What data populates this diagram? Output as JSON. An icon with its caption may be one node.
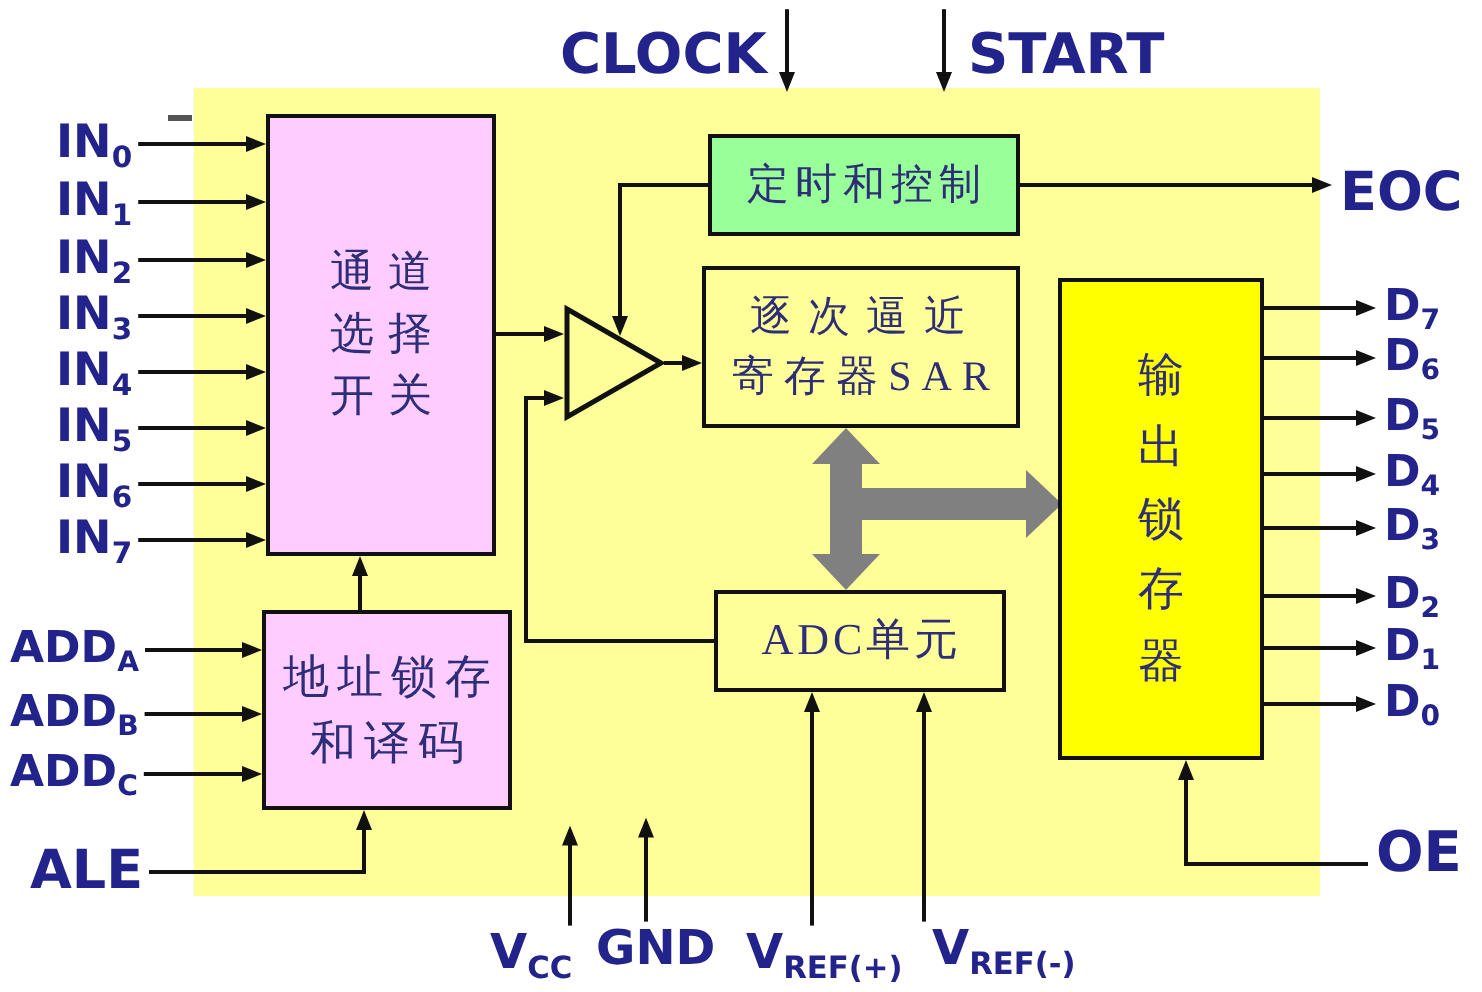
{
  "diagram": {
    "nodes": [
      {
        "text": [],
        "shape": "box"
      },
      {
        "text": [
          "通道选择开关"
        ],
        "in": 0
      },
      {
        "text": [
          "定时和控制"
        ],
        "in": 0
      },
      {
        "text": [],
        "shape": "triangle",
        "in": 0
      },
      {
        "text": [
          "逐次逼近寄存器SAR"
        ],
        "in": 0
      },
      {
        "text": [
          "输出锁存器"
        ],
        "in": 0
      },
      {
        "text": [
          "ADC单元"
        ],
        "in": 0
      },
      {
        "text": [
          "地址锁存和译码"
        ],
        "in": 0
      },
      {
        "text": [
          "IN$_{0}$"
        ]
      },
      {
        "text": [
          "IN$_{1}$"
        ]
      },
      {
        "text": [
          "IN$_{2}$"
        ]
      },
      {
        "text": [
          "IN$_{3}$"
        ]
      },
      {
        "text": [
          "IN$_{4}$"
        ]
      },
      {
        "text": [
          "IN$_{5}$"
        ]
      },
      {
        "text": [
          "IN$_{6}$"
        ]
      },
      {
        "text": [
          "IN$_{7}$"
        ]
      },
      {
        "text": [
          "ADD$_{A}$"
        ]
      },
      {
        "text": [
          "ADD$_{B}$"
        ]
      },
      {
        "text": [
          "ADD$_{C}$"
        ]
      },
      {
        "text": [
          "ALE"
        ]
      },
      {
        "text": [
          "CLOCK"
        ]
      },
      {
        "text": [
          "START"
        ]
      },
      {
        "text": [
          "EOC"
        ]
      },
      {
        "text": [
          "D$_{7}$"
        ]
      },
      {
        "text": [
          "D$_{6}$"
        ]
      },
      {
        "text": [
          "D$_{5}$"
        ]
      },
      {
        "text": [
          "D$_{4}$"
        ]
      },
      {
        "text": [
          "D$_{3}$"
        ]
      },
      {
        "text": [
          "D$_{2}$"
        ]
      },
      {
        "text": [
          "D$_{1}$"
        ]
      },
      {
        "text": [
          "D$_{0}$"
        ]
      },
      {
        "text": [
          "OE"
        ]
      },
      {
        "text": [
          "V$_{CC}$"
        ]
      },
      {
        "text": [
          "GND"
        ]
      },
      {
        "text": [
          "V$_{REF(+)}$"
        ]
      },
      {
        "text": [
          "V$_{REF(-)}$"
        ]
      }
    ],
    "edges": [
      {
        "from": 8,
        "to": 1,
        "arrow": "to"
      },
      {
        "from": 9,
        "to": 1,
        "arrow": "to"
      },
      {
        "from": 10,
        "to": 1,
        "arrow": "to"
      },
      {
        "from": 11,
        "to": 1,
        "arrow": "to"
      },
      {
        "from": 12,
        "to": 1,
        "arrow": "to"
      },
      {
        "from": 13,
        "to": 1,
        "arrow": "to"
      },
      {
        "from": 14,
        "to": 1,
        "arrow": "to"
      },
      {
        "from": 15,
        "to": 1,
        "arrow": "to"
      },
      {
        "from": 16,
        "to": 7,
        "arrow": "to"
      },
      {
        "from": 17,
        "to": 7,
        "arrow": "to"
      },
      {
        "from": 18,
        "to": 7,
        "arrow": "to"
      },
      {
        "from": 19,
        "to": 7,
        "arrow": "to"
      },
      {
        "from": 7,
        "to": 1,
        "arrow": "to"
      },
      {
        "from": 1,
        "to": 3,
        "arrow": "to"
      },
      {
        "from": 6,
        "to": 3,
        "arrow": "to"
      },
      {
        "from": 2,
        "to": 3,
        "arrow": "to"
      },
      {
        "from": 3,
        "to": 4,
        "arrow": "to"
      },
      {
        "from": 4,
        "to": 6,
        "arrow": "both",
        "style": "thick",
        "color": "#808080"
      },
      {
        "from": 4,
        "to": 5,
        "arrow": "to",
        "style": "thick",
        "color": "#808080"
      },
      {
        "from": 20,
        "to": 0,
        "arrow": "to"
      },
      {
        "from": 21,
        "to": 0,
        "arrow": "to"
      },
      {
        "from": 2,
        "to": 22,
        "arrow": "to"
      },
      {
        "from": 5,
        "to": 23,
        "arrow": "to"
      },
      {
        "from": 5,
        "to": 24,
        "arrow": "to"
      },
      {
        "from": 5,
        "to": 25,
        "arrow": "to"
      },
      {
        "from": 5,
        "to": 26,
        "arrow": "to"
      },
      {
        "from": 5,
        "to": 27,
        "arrow": "to"
      },
      {
        "from": 5,
        "to": 28,
        "arrow": "to"
      },
      {
        "from": 5,
        "to": 29,
        "arrow": "to"
      },
      {
        "from": 5,
        "to": 30,
        "arrow": "to"
      },
      {
        "from": 31,
        "to": 5,
        "arrow": "to"
      },
      {
        "from": 32,
        "to": null,
        "arrow": "to"
      },
      {
        "from": 33,
        "to": null,
        "arrow": "to"
      },
      {
        "from": 34,
        "to": 6,
        "arrow": "to"
      },
      {
        "from": 35,
        "to": 6,
        "arrow": "to"
      }
    ]
  }
}
